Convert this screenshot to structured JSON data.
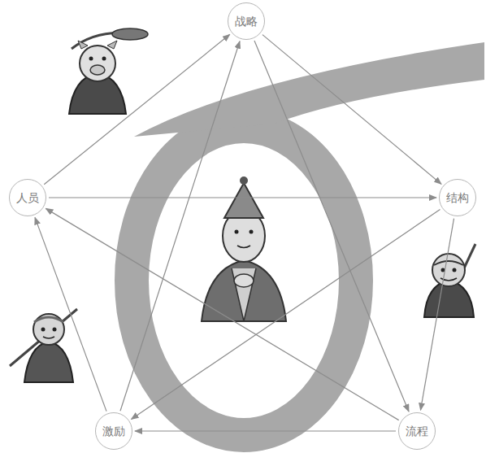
{
  "diagram": {
    "nodes": [
      {
        "text": [
          "战略"
        ]
      },
      {
        "text": [
          "结构"
        ]
      },
      {
        "text": [
          "流程"
        ]
      },
      {
        "text": [
          "激励"
        ]
      },
      {
        "text": [
          "人员"
        ]
      }
    ],
    "edges": [
      {
        "from": 0,
        "to": 1,
        "arrow": "to"
      },
      {
        "from": 1,
        "to": 2,
        "arrow": "to"
      },
      {
        "from": 2,
        "to": 3,
        "arrow": "to"
      },
      {
        "from": 3,
        "to": 4,
        "arrow": "to"
      },
      {
        "from": 4,
        "to": 0,
        "arrow": "to"
      },
      {
        "from": 0,
        "to": 2,
        "arrow": "to"
      },
      {
        "from": 3,
        "to": 0,
        "arrow": "to"
      },
      {
        "from": 4,
        "to": 1,
        "arrow": "to"
      },
      {
        "from": 1,
        "to": 3,
        "arrow": "to"
      },
      {
        "from": 2,
        "to": 4,
        "arrow": "to"
      }
    ]
  }
}
